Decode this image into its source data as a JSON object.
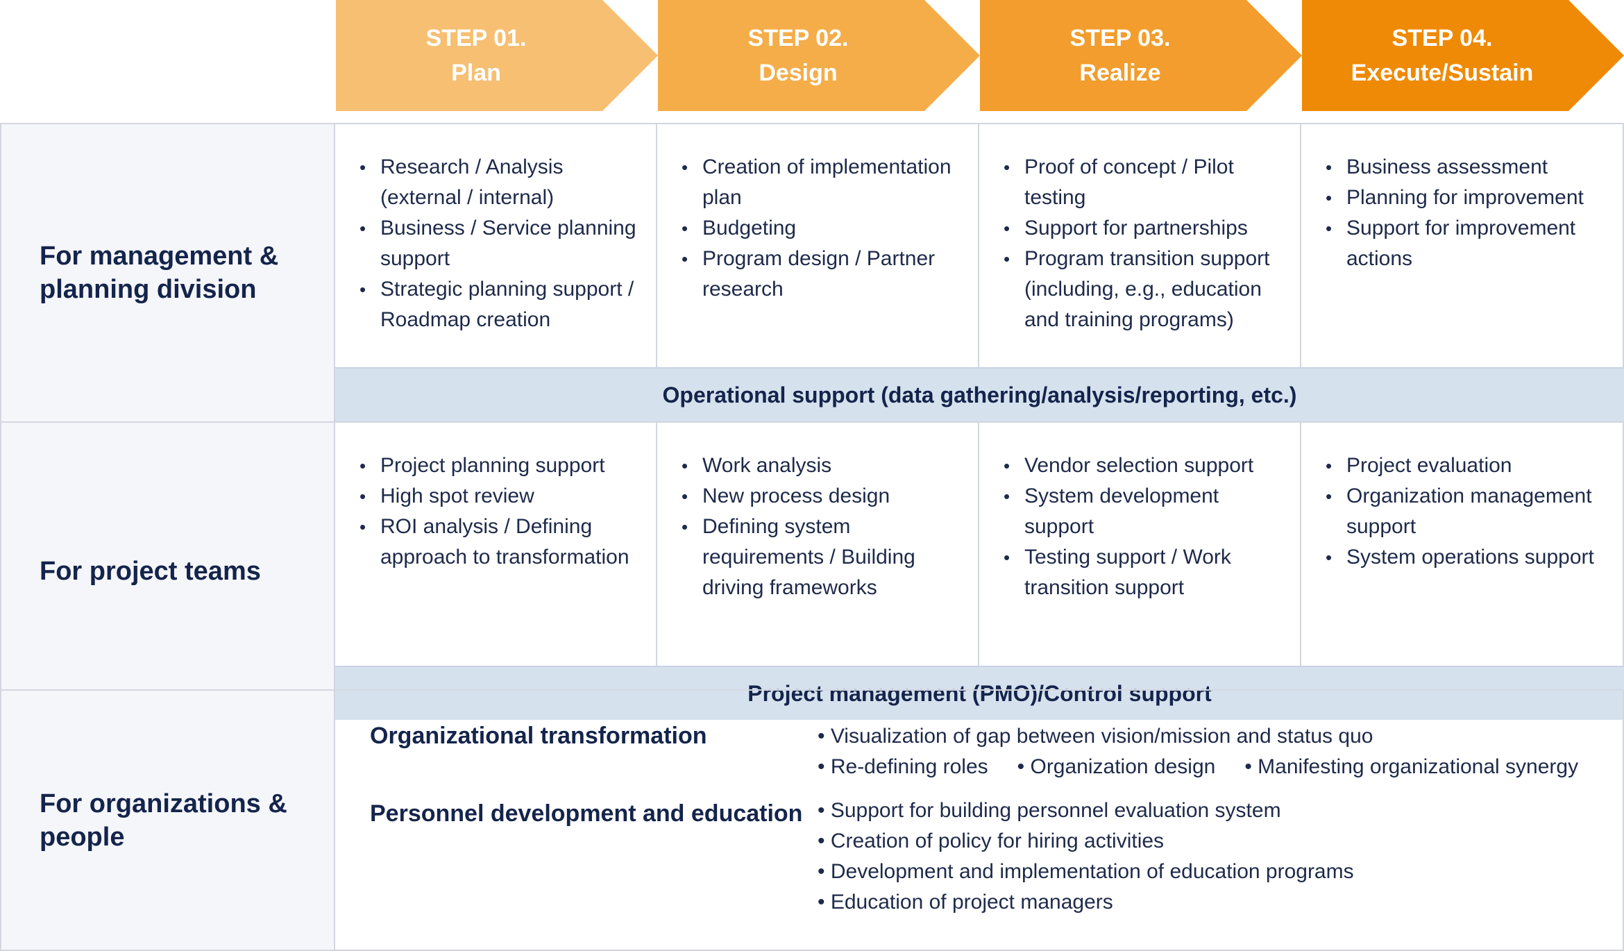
{
  "steps": [
    {
      "number": "STEP 01.",
      "name": "Plan",
      "color": "#f6bf72"
    },
    {
      "number": "STEP 02.",
      "name": "Design",
      "color": "#f5ad4a"
    },
    {
      "number": "STEP 03.",
      "name": "Realize",
      "color": "#f29d2d"
    },
    {
      "number": "STEP 04.",
      "name": "Execute/Sustain",
      "color": "#ef8a06"
    }
  ],
  "rows": [
    {
      "label": "For management & planning division",
      "cells": [
        [
          "Research / Analysis (external / internal)",
          "Business / Service planning support",
          "Strategic planning support / Roadmap creation"
        ],
        [
          "Creation of implementation plan",
          "Budgeting",
          "Program design / Partner research"
        ],
        [
          "Proof of concept / Pilot testing",
          "Support for partnerships",
          "Program transition support (including, e.g., education and training programs)"
        ],
        [
          "Business assessment",
          "Planning for improvement",
          "Support for improvement actions"
        ]
      ],
      "band": "Operational support (data gathering/analysis/reporting, etc.)"
    },
    {
      "label": "For project teams",
      "cells": [
        [
          "Project planning support",
          "High spot review",
          "ROI analysis / Defining approach to transformation"
        ],
        [
          "Work analysis",
          "New process design",
          "Defining system requirements / Building driving frameworks"
        ],
        [
          "Vendor selection support",
          "System development support",
          "Testing support / Work transition support"
        ],
        [
          "Project evaluation",
          "Organization management support",
          "System operations support"
        ]
      ],
      "band": "Project management (PMO)/Control support"
    }
  ],
  "org": {
    "label": "For organizations & people",
    "groups": [
      {
        "title": "Organizational transformation",
        "lines": [
          [
            "Visualization of gap between vision/mission and status quo"
          ],
          [
            "Re-defining roles",
            "Organization design",
            "Manifesting organizational synergy"
          ]
        ]
      },
      {
        "title": "Personnel development and education",
        "lines": [
          [
            "Support for building personnel evaluation system"
          ],
          [
            "Creation of policy for hiring activities"
          ],
          [
            "Development and implementation of education programs"
          ],
          [
            "Education of project managers"
          ]
        ]
      }
    ]
  },
  "colors": {
    "band": "#d6e1ee",
    "label_bg": "#f5f6fa",
    "border": "#d3d6de",
    "text_dark": "#14244b"
  }
}
